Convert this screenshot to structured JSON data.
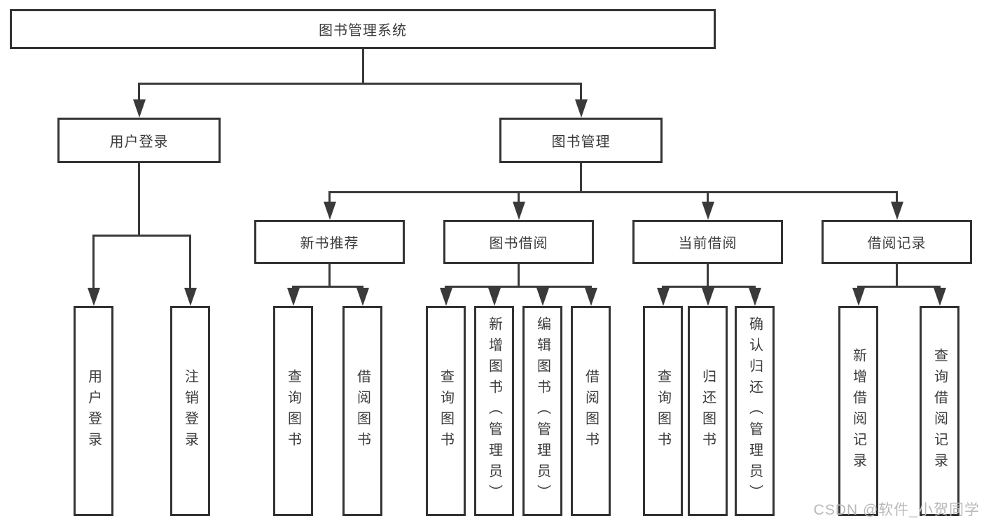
{
  "diagram": {
    "title": "图书管理系统",
    "watermark": "CSDN @软件_小贺同学",
    "colors": {
      "line": "#3a3a3a",
      "border": "#333333",
      "text": "#3b3b3b",
      "background": "#ffffff",
      "watermark": "#b9b9b9"
    },
    "root": {
      "id": "system",
      "label": "图书管理系统",
      "children": [
        {
          "id": "user-login",
          "label": "用户登录",
          "children": [
            {
              "id": "leaf-user-login",
              "label": "用户登录"
            },
            {
              "id": "leaf-logout",
              "label": "注销登录"
            }
          ]
        },
        {
          "id": "book-mgmt",
          "label": "图书管理",
          "children": [
            {
              "id": "new-book-rec",
              "label": "新书推荐",
              "children": [
                {
                  "id": "leaf-query-book-1",
                  "label": "查询图书"
                },
                {
                  "id": "leaf-borrow-book-1",
                  "label": "借阅图书"
                }
              ]
            },
            {
              "id": "book-borrow",
              "label": "图书借阅",
              "children": [
                {
                  "id": "leaf-query-book-2",
                  "label": "查询图书"
                },
                {
                  "id": "leaf-add-book",
                  "label": "新增图书（管理员）"
                },
                {
                  "id": "leaf-edit-book",
                  "label": "编辑图书（管理员）"
                },
                {
                  "id": "leaf-borrow-book-2",
                  "label": "借阅图书"
                }
              ]
            },
            {
              "id": "current-borrow",
              "label": "当前借阅",
              "children": [
                {
                  "id": "leaf-query-book-3",
                  "label": "查询图书"
                },
                {
                  "id": "leaf-return-book",
                  "label": "归还图书"
                },
                {
                  "id": "leaf-confirm-return",
                  "label": "确认归还（管理员）"
                }
              ]
            },
            {
              "id": "borrow-record",
              "label": "借阅记录",
              "children": [
                {
                  "id": "leaf-add-borrow-record",
                  "label": "新增借阅记录"
                },
                {
                  "id": "leaf-query-borrow-record",
                  "label": "查询借阅记录"
                }
              ]
            }
          ]
        }
      ]
    }
  }
}
